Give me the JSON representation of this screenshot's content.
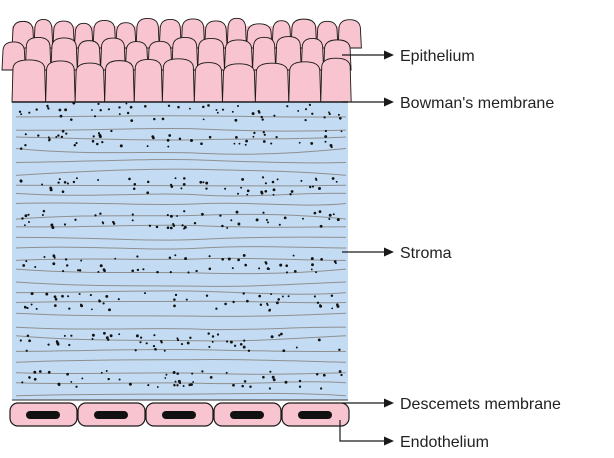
{
  "labels": {
    "epithelium": "Epithelium",
    "bowman": "Bowman's membrane",
    "stroma": "Stroma",
    "descemet": "Descemets membrane",
    "endothelium": "Endothelium"
  },
  "colors": {
    "epithelium_fill": "#f7c4cf",
    "stroma_fill": "#c3dcf3",
    "endothelium_fill": "#f7c4cf",
    "nucleus": "#111111",
    "fiber": "#8f8f8f",
    "outline": "#1a1a1a"
  }
}
